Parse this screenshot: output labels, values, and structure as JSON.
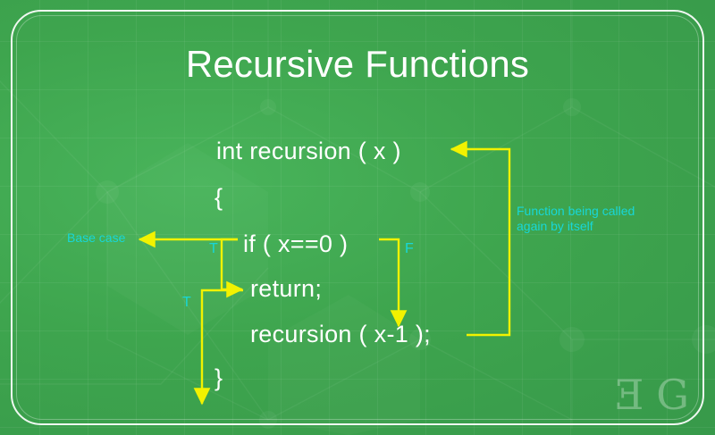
{
  "slide": {
    "title": "Recursive Functions",
    "watermark": "Ǝ G",
    "colors": {
      "background_green": "#3fa34d",
      "background_green_light": "#49b45b",
      "code_text": "#ffffff",
      "annotation_cyan": "#18d7d7",
      "arrow_yellow": "#f2f200",
      "frame_white": "#ffffff"
    }
  },
  "code": {
    "lines": [
      {
        "id": "signature",
        "text": "int recursion ( x )"
      },
      {
        "id": "open-brace",
        "text": "{"
      },
      {
        "id": "if",
        "text": "if ( x==0 )"
      },
      {
        "id": "return",
        "text": "return;"
      },
      {
        "id": "recurse",
        "text": "recursion ( x-1 );"
      },
      {
        "id": "close-brace",
        "text": "}"
      }
    ]
  },
  "annotations": {
    "base_case": "Base case",
    "call_again_line1": "Function being called",
    "call_again_line2": "again by itself",
    "branch_true_if": "T",
    "branch_false_if": "F",
    "branch_true_return": "T"
  }
}
